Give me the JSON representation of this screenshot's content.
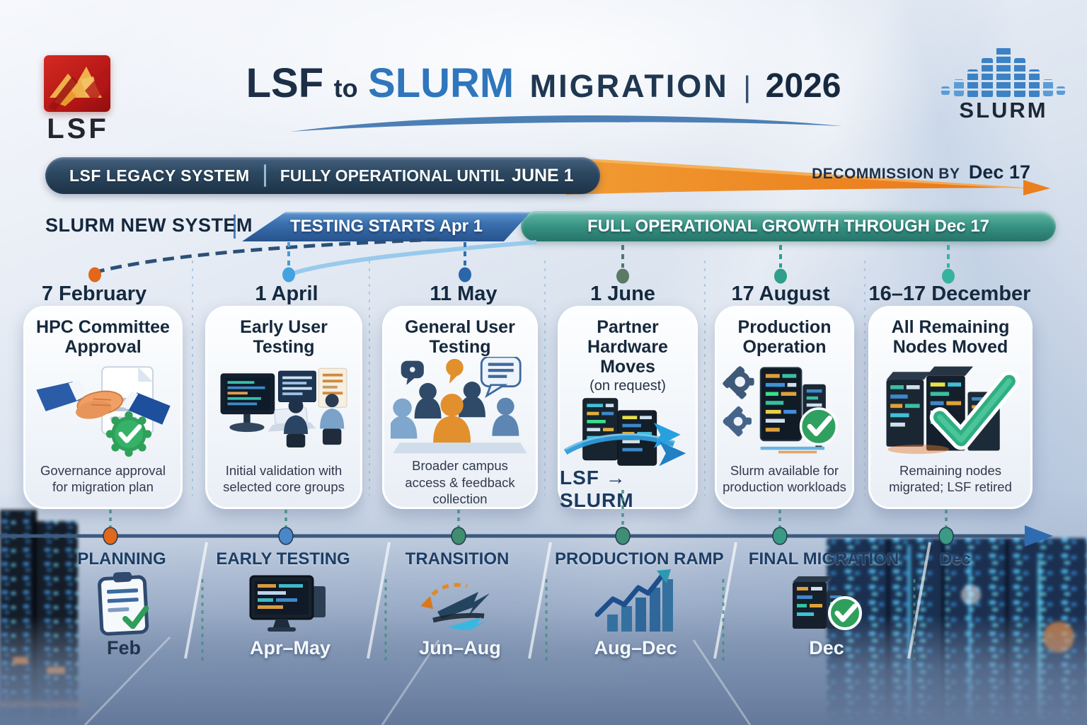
{
  "header": {
    "lsf_logo_text": "LSF",
    "slurm_logo_text": "SLURM",
    "title": {
      "lsf": "LSF",
      "to": "to",
      "slurm": "SLURM",
      "migration": "MIGRATION",
      "divider": "|",
      "year": "2026"
    }
  },
  "system_bars": {
    "lsf": {
      "label": "LSF LEGACY SYSTEM",
      "status_prefix": "FULLY OPERATIONAL UNTIL",
      "status_date": "JUNE 1",
      "decommission_prefix": "DECOMMISSION BY",
      "decommission_date": "Dec 17",
      "bar_color": "#2b475f",
      "arrow_color": "#ef8a1f"
    },
    "slurm": {
      "label": "SLURM NEW SYSTEM",
      "testing_text": "TESTING STARTS Apr 1",
      "growth_text": "FULL OPERATIONAL GROWTH THROUGH Dec 17",
      "testing_color": "#2f6bb0",
      "growth_color": "#34907f"
    }
  },
  "milestones": [
    {
      "date": "7 February",
      "title": "HPC Committee Approval",
      "description": "Governance approval for migration plan",
      "icon": "handshake-document-check-icon",
      "top_dot_color": "#e2671c",
      "bottom_dot_color": "#e0671c"
    },
    {
      "date": "1 April",
      "title": "Early User Testing",
      "description": "Initial validation with selected core groups",
      "icon": "users-at-workstations-icon",
      "top_dot_color": "#45a2e0",
      "bottom_dot_color": "#4a86c8"
    },
    {
      "date": "11 May",
      "title": "General User Testing",
      "description": "Broader campus access & feedback collection",
      "icon": "user-group-speech-bubbles-icon",
      "top_dot_color": "#2a66a8",
      "bottom_dot_color": "#3f8e6e"
    },
    {
      "date": "1 June",
      "title": "Partner Hardware Moves",
      "subtitle": "(on request)",
      "hw_label": "LSF → SLURM",
      "description": "",
      "icon": "server-racks-migration-arrows-icon",
      "top_dot_color": "#5a7a66",
      "bottom_dot_color": "#3f8e74"
    },
    {
      "date": "17 August",
      "title": "Production Operation",
      "description": "Slurm available for production workloads",
      "icon": "gears-server-check-icon",
      "top_dot_color": "#2f9e8a",
      "bottom_dot_color": "#3a9a84"
    },
    {
      "date": "16–17 December",
      "title": "All Remaining Nodes Moved",
      "description": "Remaining nodes migrated; LSF retired",
      "icon": "servers-big-checkmark-icon",
      "top_dot_color": "#38b2a0",
      "bottom_dot_color": "#3a9a84"
    }
  ],
  "phases": [
    {
      "name": "PLANNING",
      "period": "Feb",
      "icon": "clipboard-check-icon"
    },
    {
      "name": "EARLY TESTING",
      "period": "Apr–May",
      "icon": "monitor-code-icon"
    },
    {
      "name": "TRANSITION",
      "period": "Jun–Aug",
      "icon": "exchange-arrows-icon"
    },
    {
      "name": "PRODUCTION RAMP",
      "period": "Aug–Dec",
      "icon": "growth-bar-chart-icon"
    },
    {
      "name": "FINAL MIGRATION",
      "period": "Dec",
      "icon": "server-check-icon"
    },
    {
      "name": "Dec",
      "period": "",
      "icon": ""
    }
  ],
  "timeline": {
    "line_color": "#3c5a7e",
    "arrow_color": "#2f6bb0"
  }
}
